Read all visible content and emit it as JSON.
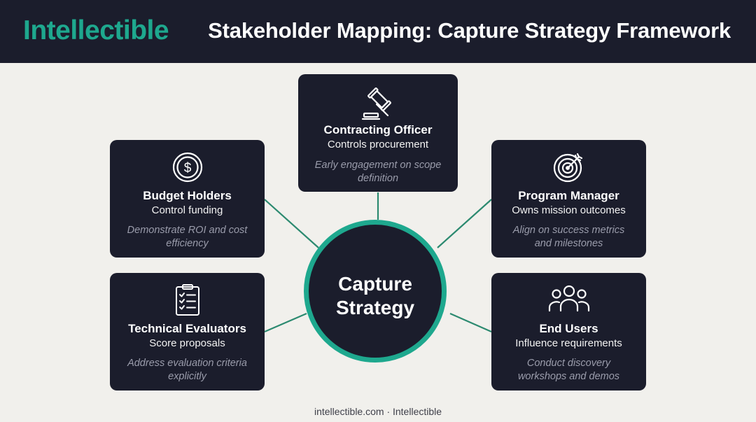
{
  "header": {
    "brand": "Intellectible",
    "title": "Stakeholder Mapping: Capture Strategy Framework"
  },
  "hub": {
    "label": "Capture\nStrategy"
  },
  "stakeholders": [
    {
      "name": "Contracting Officer",
      "role": "Controls procurement",
      "tip": "Early engagement on scope definition",
      "icon": "gavel-icon"
    },
    {
      "name": "Budget Holders",
      "role": "Control funding",
      "tip": "Demonstrate ROI and cost efficiency",
      "icon": "dollar-coin-icon"
    },
    {
      "name": "Program Manager",
      "role": "Owns mission outcomes",
      "tip": "Align on success metrics and milestones",
      "icon": "target-icon"
    },
    {
      "name": "Technical Evaluators",
      "role": "Score proposals",
      "tip": "Address evaluation criteria explicitly",
      "icon": "checklist-clipboard-icon"
    },
    {
      "name": "End Users",
      "role": "Influence requirements",
      "tip": "Conduct discovery workshops and demos",
      "icon": "users-group-icon"
    }
  ],
  "footer": {
    "text": "intellectible.com · Intellectible"
  },
  "colors": {
    "accent": "#1ea88e",
    "card": "#1b1d2c",
    "background": "#f1f0ec"
  }
}
